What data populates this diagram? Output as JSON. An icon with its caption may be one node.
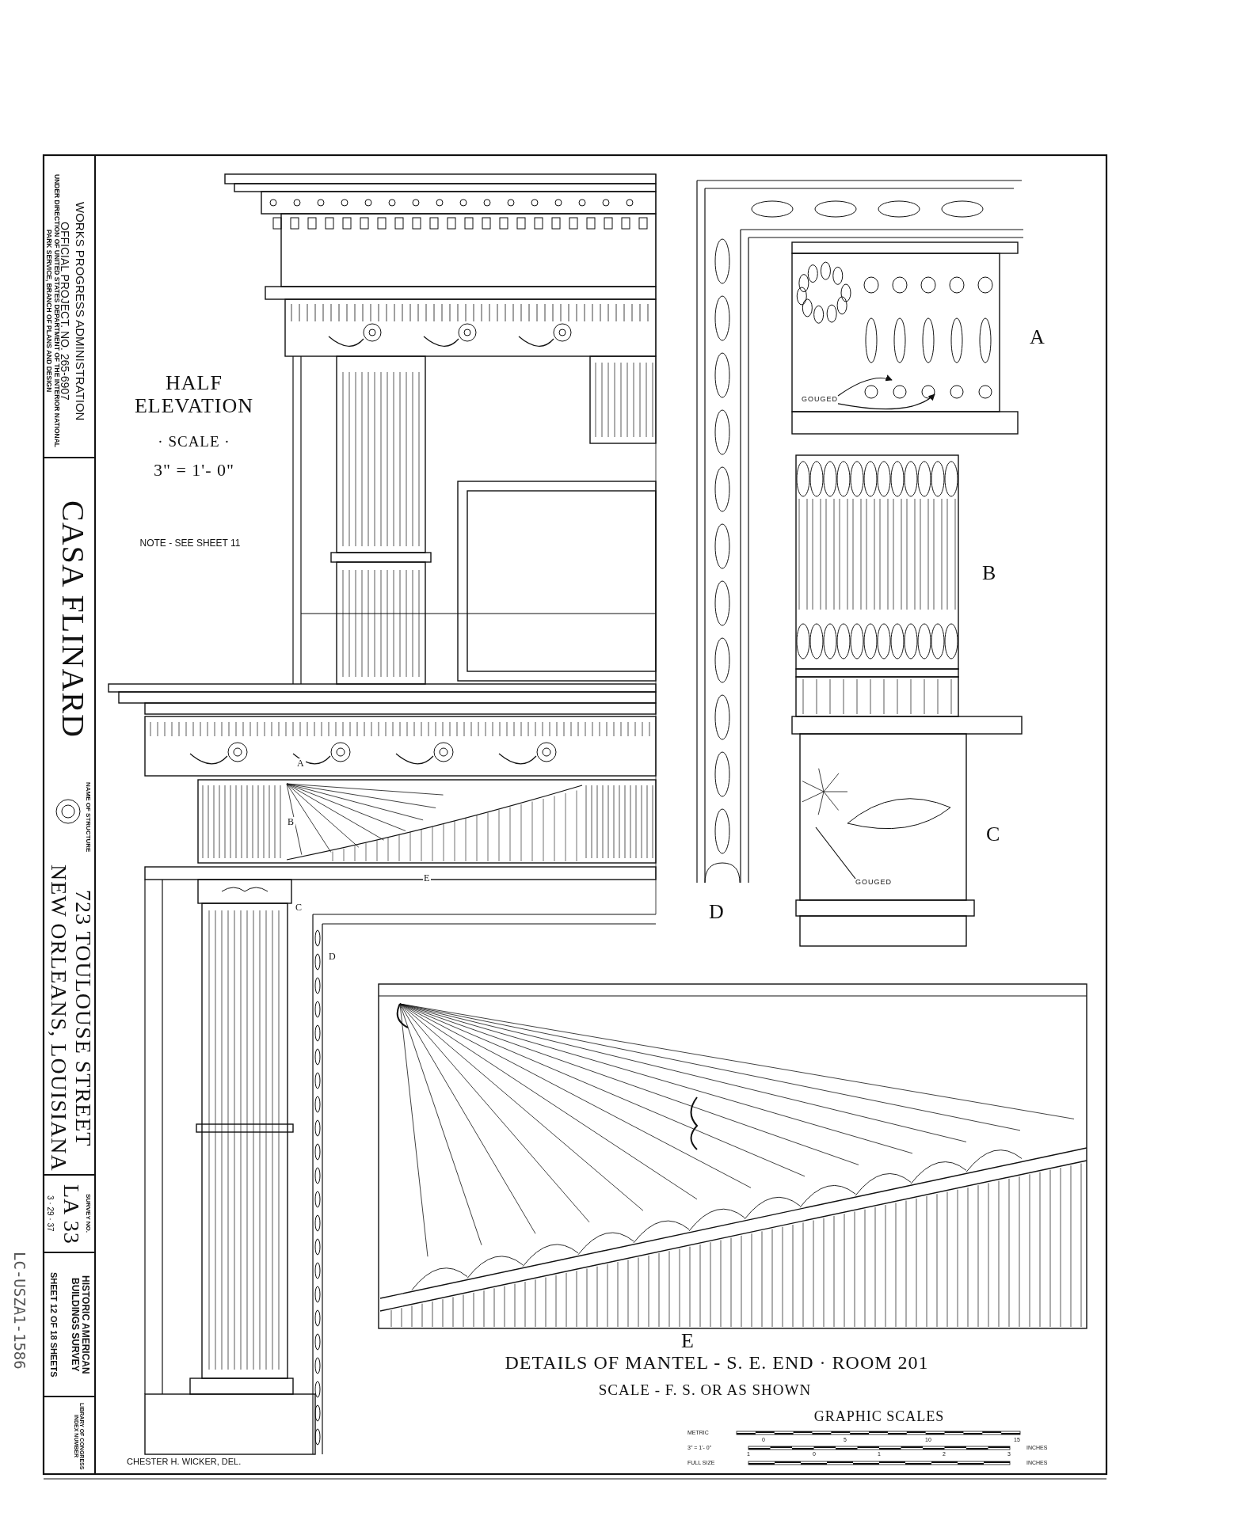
{
  "diagram": {
    "nodes": [
      {
        "text": [
          "GOUGED"
        ]
      },
      {
        "text": [
          "GOUGED"
        ]
      }
    ],
    "edges": [
      {
        "from": 0,
        "to": null,
        "arrow": "to"
      },
      {
        "from": 0,
        "to": null,
        "arrow": "to"
      },
      {
        "from": 1,
        "to": null,
        "arrow": "none"
      }
    ],
    "labels": [
      "UNDER DIRECTION OF UNITED STATES DEPARTMENT OF THE INTERIOR NATIONAL PARK SERVICE, BRANCH OF PLANS AND DESIGN",
      "OFFICIAL PROJECT. NO. 265-6907",
      "WORKS PROGRESS ADMINISTRATION",
      "CASA FLINARD",
      "NAME OF STRUCTURE",
      "723 TOULOUSE STREET NEW ORLEANS, LOUISIANA",
      "3 · 29 · 37",
      "LA 33",
      "SURVEY NO.",
      "SHEET 12 OF 18 SHEETS",
      "HISTORIC AMERICAN BUILDINGS SURVEY",
      "LIBRARY OF CONGRESS INDEX NUMBER",
      "HALF ELEVATION",
      "· SCALE ·",
      "3\" = 1'- 0\"",
      "NOTE - SEE SHEET 11",
      "A",
      "B",
      "E",
      "C",
      "D",
      "A",
      "B",
      "C",
      "D",
      "E",
      "DETAILS OF MANTEL - S. E. END · ROOM 201",
      "SCALE - F. S. OR AS SHOWN",
      "GRAPHIC SCALES",
      "METRIC",
      "0",
      "5",
      "10",
      "15",
      "3\" = 1'- 0\"",
      "INCHES",
      "1",
      "0",
      "1",
      "2",
      "3",
      "FULL SIZE",
      "INCHES",
      "CHESTER H. WICKER, DEL.",
      "LC-USZA1-1586"
    ]
  }
}
